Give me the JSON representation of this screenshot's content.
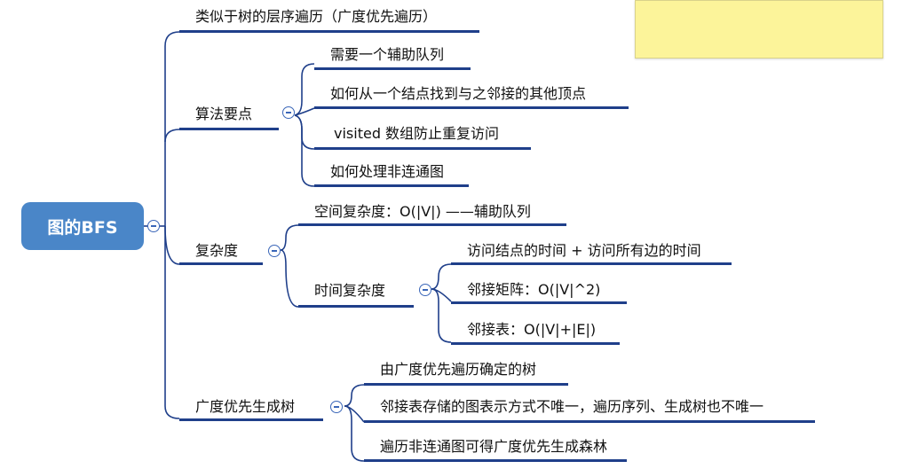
{
  "root": {
    "label": "图的BFS"
  },
  "branches": [
    {
      "label": "类似于树的层序遍历（广度优先遍历）"
    },
    {
      "label": "算法要点",
      "children": [
        {
          "label": "需要一个辅助队列"
        },
        {
          "label": "如何从一个结点找到与之邻接的其他顶点"
        },
        {
          "label": "visited 数组防止重复访问"
        },
        {
          "label": "如何处理非连通图"
        }
      ]
    },
    {
      "label": "复杂度",
      "children": [
        {
          "label": "空间复杂度：O(|V|) ——辅助队列"
        },
        {
          "label": "时间复杂度",
          "children": [
            {
              "label": "访问结点的时间 + 访问所有边的时间"
            },
            {
              "label": "邻接矩阵：O(|V|^2)"
            },
            {
              "label": "邻接表：O(|V|+|E|)"
            }
          ]
        }
      ]
    },
    {
      "label": "广度优先生成树",
      "children": [
        {
          "label": "由广度优先遍历确定的树"
        },
        {
          "label": "邻接表存储的图表示方式不唯一，遍历序列、生成树也不唯一"
        },
        {
          "label": "遍历非连通图可得广度优先生成森林"
        }
      ]
    }
  ],
  "colors": {
    "root_fill": "#4a86c8",
    "connector": "#1f3f8a",
    "sticky_note": "#fcf49a"
  }
}
